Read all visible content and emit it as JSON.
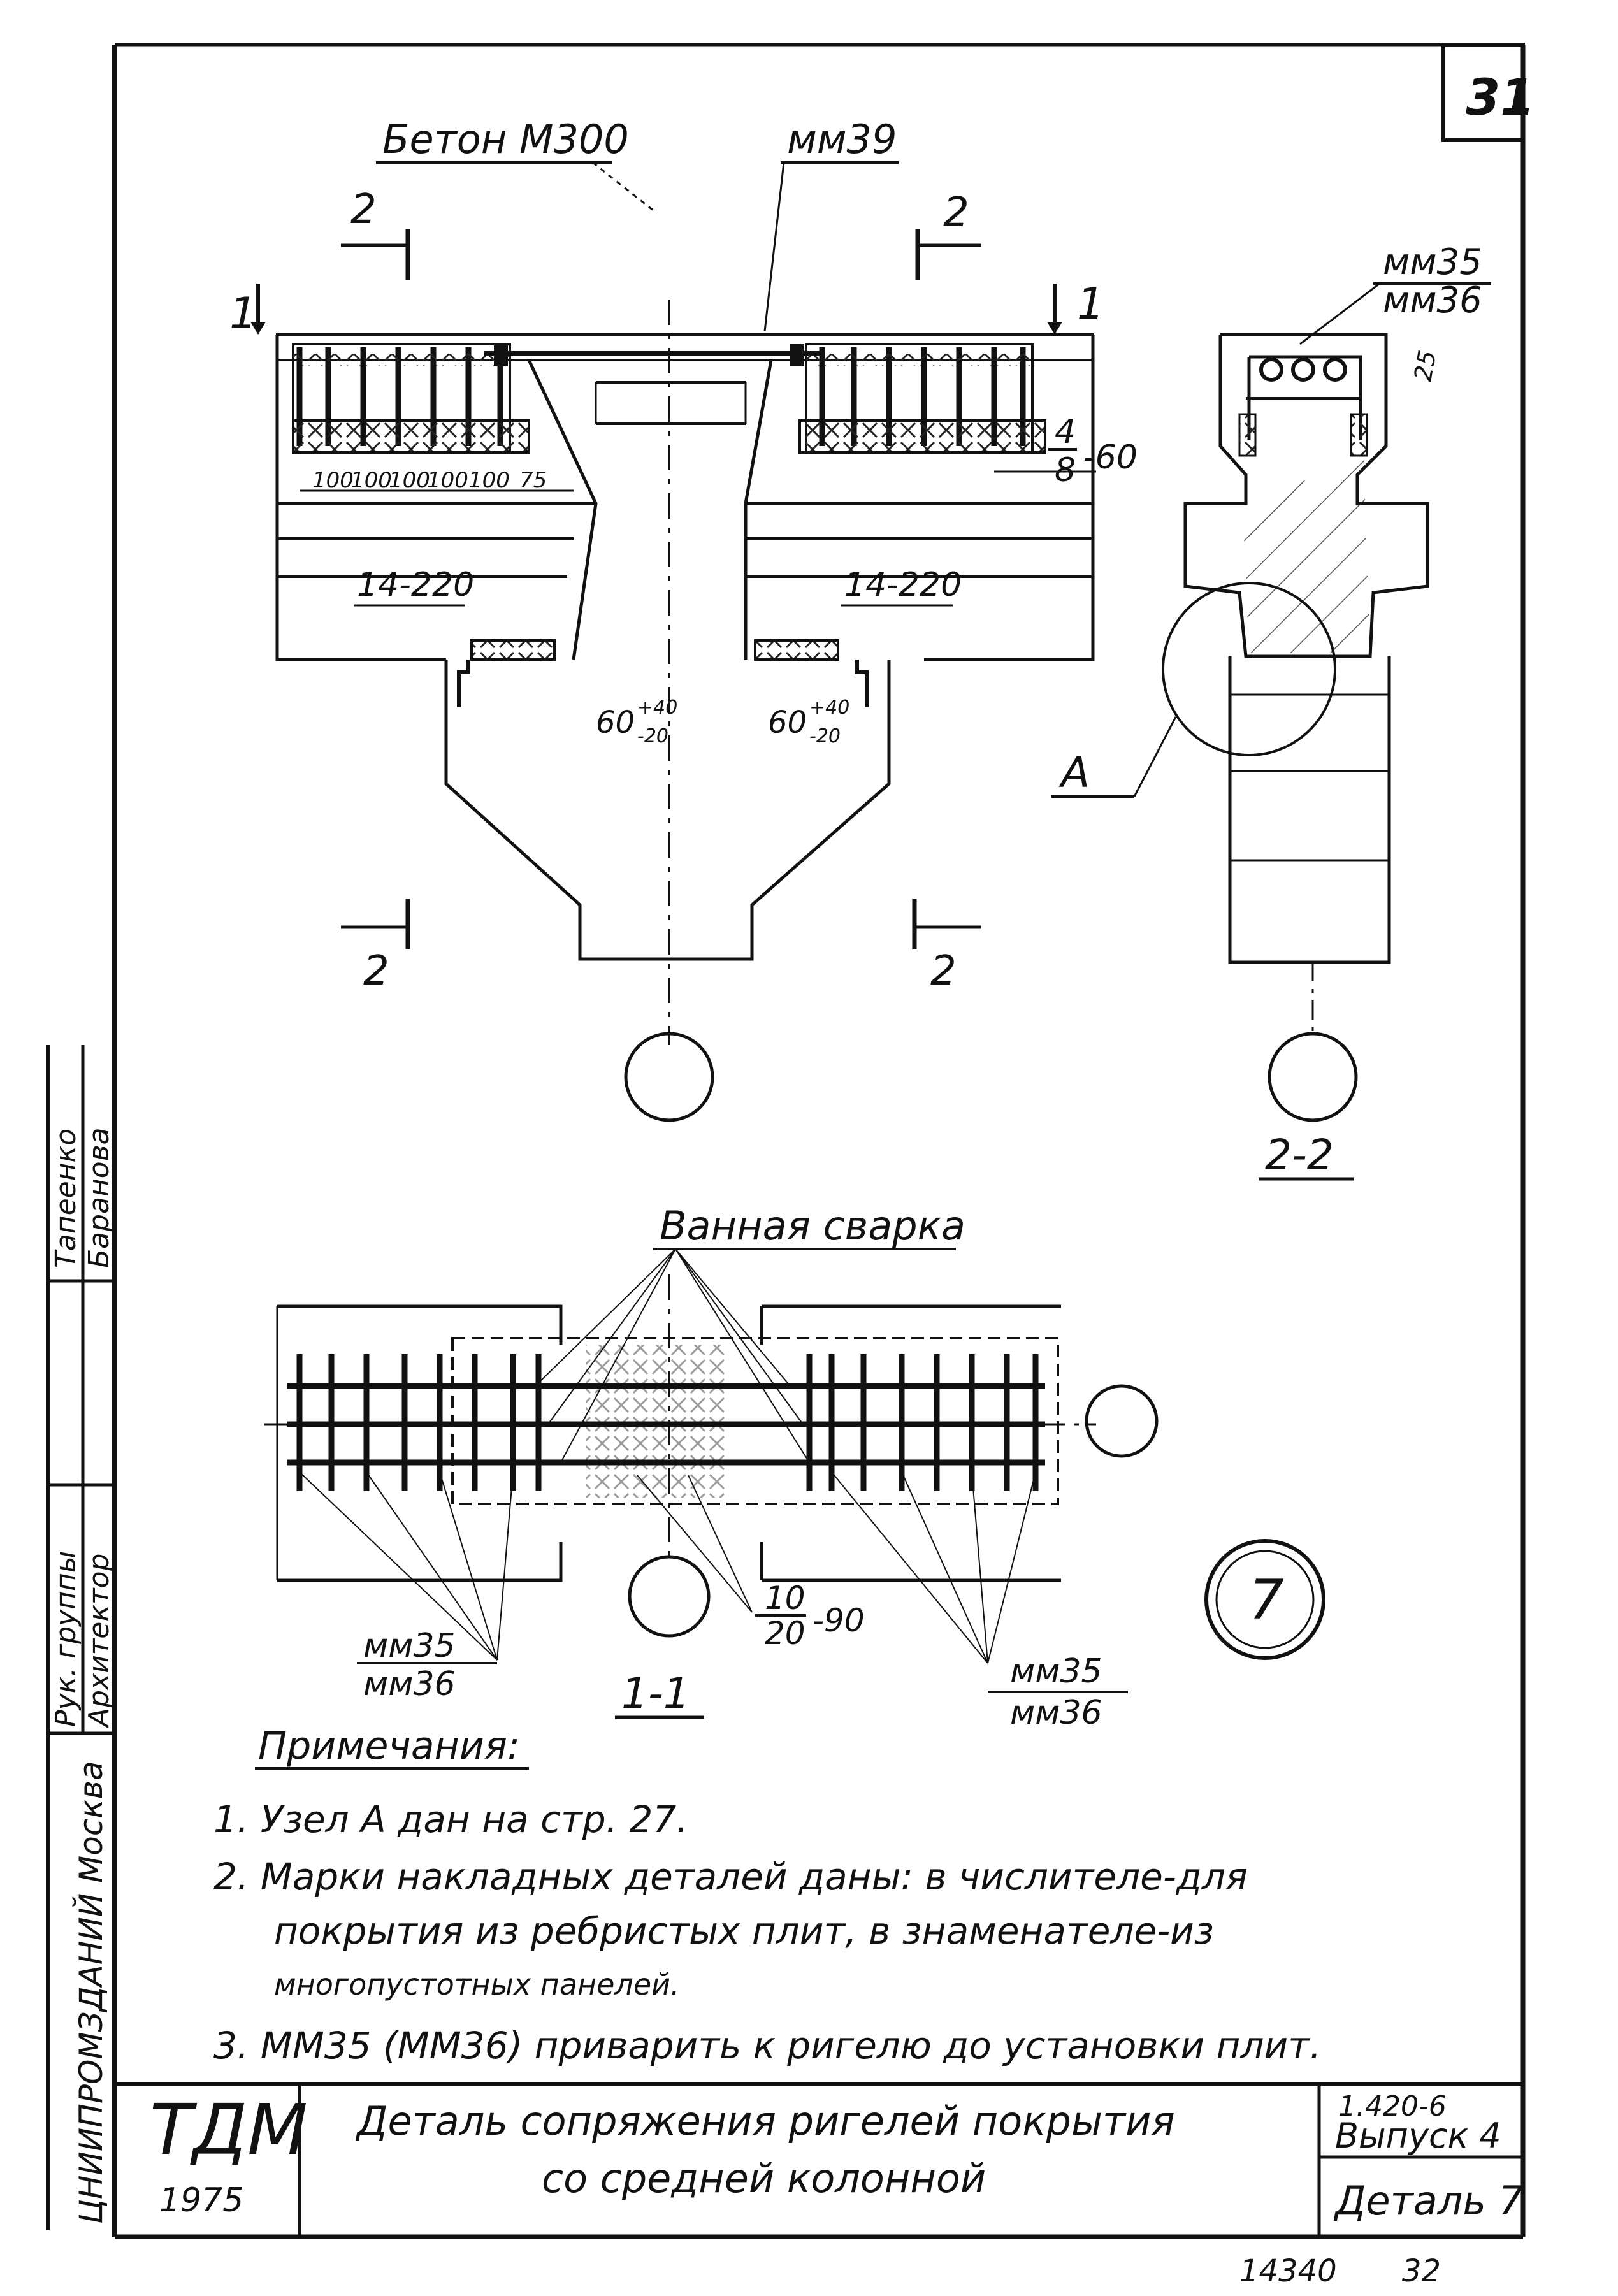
{
  "sheet": {
    "page_number": "31",
    "bottom_note_1": "14340",
    "bottom_note_2": "32"
  },
  "main_view": {
    "concrete_label": "Бетон М300",
    "part_label": "мм39",
    "section_1": "1",
    "section_2": "2",
    "spacings": [
      "100",
      "100",
      "100",
      "100",
      "100",
      "75"
    ],
    "rebar_left": "14-220",
    "rebar_right": "14-220",
    "mark_num": "4",
    "mark_den": "8",
    "mark_len": "-60",
    "tol_left": "60",
    "tol_right": "60",
    "tol_up": "+40",
    "tol_down": "-20"
  },
  "side_view": {
    "mark_num": "мм35",
    "mark_den": "мм36",
    "dim_25": "25",
    "node_label": "А",
    "title": "2-2"
  },
  "plan_view": {
    "weld_label": "Ванная сварка",
    "mark_left_num": "мм35",
    "mark_left_den": "мм36",
    "mark_right_num": "мм35",
    "mark_right_den": "мм36",
    "bar_num": "10",
    "bar_den": "20",
    "bar_len": "-90",
    "title": "1-1",
    "detail_num": "7"
  },
  "notes": {
    "heading": "Примечания:",
    "items": [
      "1.  Узел А дан на стр. 27.",
      "2.  Марки накладных деталей даны: в числителе-для",
      "покрытия из ребристых плит, в знаменателе-из",
      "многопустотных панелей.",
      "3.  ММ35 (ММ36) приварить к ригелю до установки плит."
    ]
  },
  "side_stamp": {
    "org": "ЦНИИПРОМЗДАНИЙ Москва",
    "role_1": "Рук. группы",
    "role_2": "Архитектор",
    "name_1": "Тапеенко",
    "name_2": "Баранова"
  },
  "title_block": {
    "logo": "ТДМ",
    "year": "1975",
    "title_line_1": "Деталь сопряжения ригелей покрытия",
    "title_line_2": "со средней колонной",
    "series": "1.420-6",
    "issue": "Выпуск 4",
    "detail": "Деталь 7"
  }
}
